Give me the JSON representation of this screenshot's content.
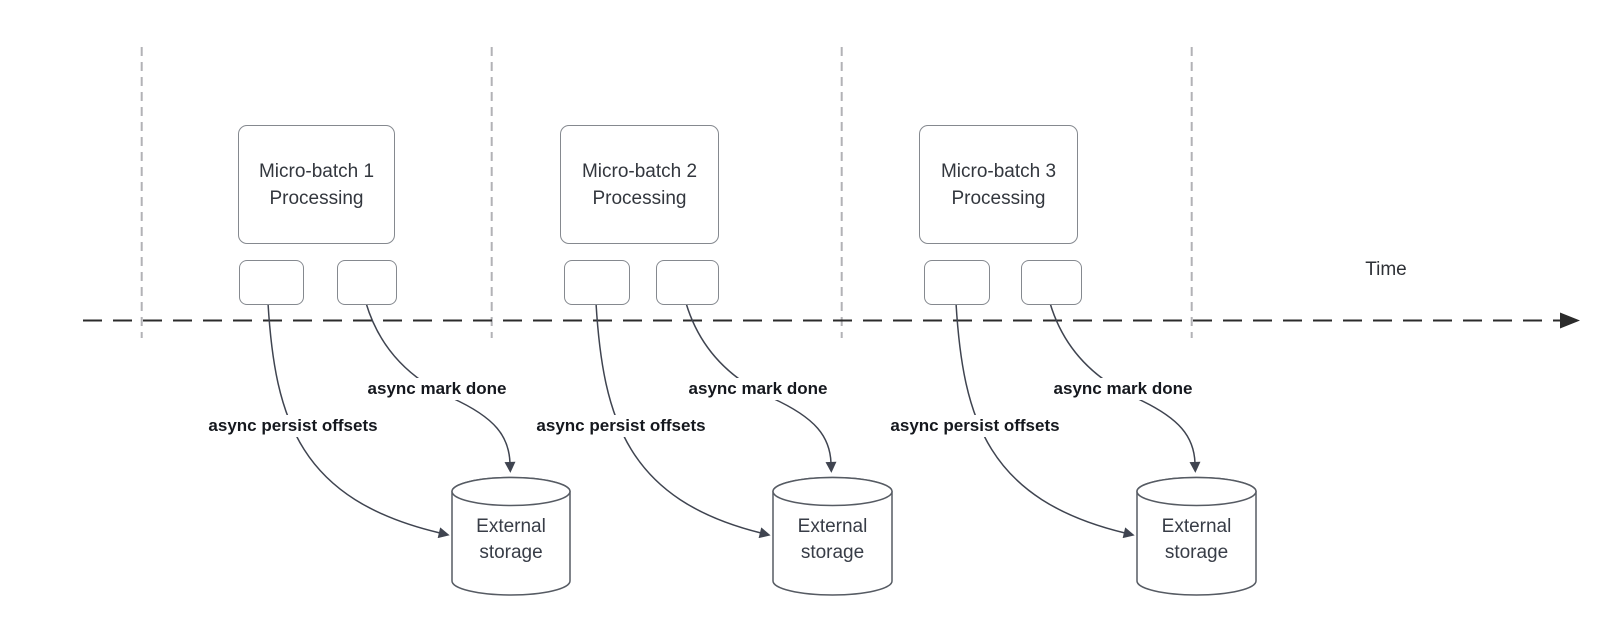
{
  "diagram": {
    "title_implied": "Micro-batch processing over time with async writes to external storage",
    "timeline": {
      "label": "Time"
    },
    "colors": {
      "background": "#ffffff",
      "box_border": "#85898f",
      "cylinder_border": "#565b63",
      "timeline_line": "#2b2b2b",
      "gridline": "#b2b2b6",
      "arrow_line": "#3f4450",
      "box_text": "#33373e",
      "edge_label_text": "#15181e"
    },
    "icons": [
      {
        "name": "timeline-arrowhead-icon",
        "meaning": "rightward filled triangle at end of time axis"
      },
      {
        "name": "database-cylinder-icon",
        "meaning": "cylinder shape representing external storage"
      }
    ],
    "sections": [
      {
        "batch_line1": "Micro-batch 1",
        "batch_line2": "Processing",
        "persist_label": "async persist offsets",
        "done_label": "async mark done",
        "storage_line1": "External",
        "storage_line2": "storage"
      },
      {
        "batch_line1": "Micro-batch 2",
        "batch_line2": "Processing",
        "persist_label": "async persist offsets",
        "done_label": "async mark done",
        "storage_line1": "External",
        "storage_line2": "storage"
      },
      {
        "batch_line1": "Micro-batch 3",
        "batch_line2": "Processing",
        "persist_label": "async persist offsets",
        "done_label": "async mark done",
        "storage_line1": "External",
        "storage_line2": "storage"
      }
    ]
  }
}
